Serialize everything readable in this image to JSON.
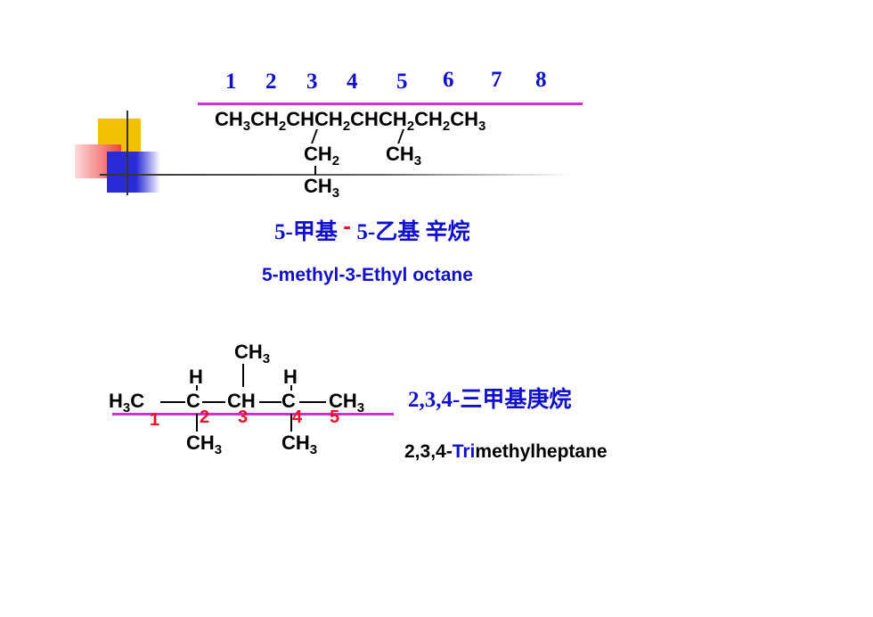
{
  "top": {
    "numbers": [
      "1",
      "2",
      "3",
      "4",
      "5",
      "6",
      "7",
      "8"
    ],
    "main_chain": {
      "CH3_a": "CH",
      "CH2_a": "CH",
      "CH_3": "CH",
      "CH2_b": "CH",
      "CH_5": "CH",
      "CH2_c": "CH",
      "CH2_d": "CH",
      "CH3_b": "CH",
      "sub3": "3",
      "sub2": "2"
    },
    "branch_ethyl_ch2": "CH",
    "branch_ethyl_ch3": "CH",
    "branch_methyl": "CH",
    "chinese_name_part1": "5-甲基",
    "chinese_separator": "-",
    "chinese_name_part2": "5-乙基 辛烷",
    "english_name": "5-methyl-3-Ethyl octane"
  },
  "bottom": {
    "ch3_top": "CH",
    "h_left": "H",
    "h_right": "H",
    "h3c": "H",
    "h3c_c": "C",
    "c2": "C",
    "ch3": "CH",
    "c4": "C",
    "ch3_right": "CH",
    "ch3_bottom_left": "CH",
    "ch3_bottom_right": "CH",
    "numbers": [
      "1",
      "2",
      "3",
      "4",
      "5"
    ],
    "chinese_name": "2,3,4-三甲基庚烷",
    "english_prefix": "2,3,4-",
    "english_tri": "Tri",
    "english_rest": "methylheptane"
  },
  "colors": {
    "number_blue": "#1010cc",
    "number_red": "#e8102a",
    "underline_magenta": "#cc33cc",
    "deco_yellow": "#f2c200",
    "deco_red": "#ee4444",
    "deco_blue": "#2a2ad8"
  }
}
